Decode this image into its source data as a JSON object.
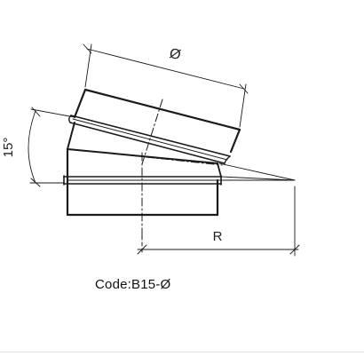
{
  "drawing": {
    "diameter_label": "Ø",
    "angle_label": "15°",
    "radius_label": "R"
  },
  "product": {
    "code_text": "Code:B15-Ø"
  }
}
